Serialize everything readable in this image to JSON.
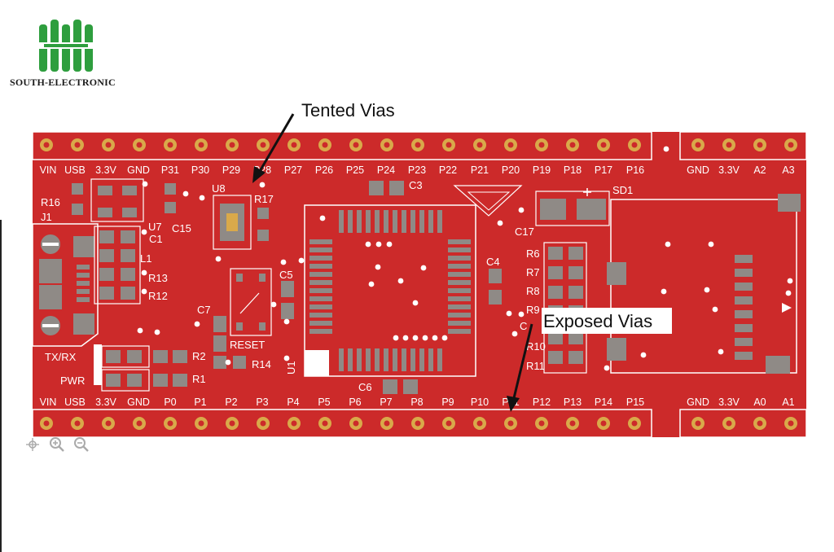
{
  "brand": {
    "name": "SOUTH-ELECTRONIC",
    "logo_icon": "hk-logo-icon",
    "color": "#2e9e3e"
  },
  "colors": {
    "board": "#cc2a2a",
    "silk": "#ffffff",
    "pad": "#8f8a86",
    "copper_ring": "#d9a94a",
    "via": "#ffffff"
  },
  "annotations": {
    "tented": "Tented Vias",
    "exposed": "Exposed Vias"
  },
  "top_pins": [
    "VIN",
    "USB",
    "3.3V",
    "GND",
    "P31",
    "P30",
    "P29",
    "P28",
    "P27",
    "P26",
    "P25",
    "P24",
    "P23",
    "P22",
    "P21",
    "P20",
    "P19",
    "P18",
    "P17",
    "P16"
  ],
  "top_right_pins": [
    "GND",
    "3.3V",
    "A2",
    "A3"
  ],
  "bottom_pins": [
    "VIN",
    "USB",
    "3.3V",
    "GND",
    "P0",
    "P1",
    "P2",
    "P3",
    "P4",
    "P5",
    "P6",
    "P7",
    "P8",
    "P9",
    "P10",
    "P11",
    "P12",
    "P13",
    "P14",
    "P15"
  ],
  "bottom_right_pins": [
    "GND",
    "3.3V",
    "A0",
    "A1"
  ],
  "components": {
    "r16": "R16",
    "j1": "J1",
    "u7": "U7",
    "c15": "C15",
    "c1": "C1",
    "l1": "L1",
    "r13": "R13",
    "r12": "R12",
    "u8": "U8",
    "r17": "R17",
    "c5": "C5",
    "c7": "C7",
    "reset": "RESET",
    "r2": "R2",
    "r1": "R1",
    "r14": "R14",
    "txrx": "TX/RX",
    "pwr": "PWR",
    "u1": "U1",
    "c6": "C6",
    "c3": "C3",
    "c4": "C4",
    "c17": "C17",
    "r6": "R6",
    "r7": "R7",
    "r8": "R8",
    "r9": "R9",
    "r10": "R10",
    "r11": "R11",
    "c2": "C",
    "sd1": "SD1"
  },
  "zoom_icons": [
    "pan-icon",
    "zoom-in-icon",
    "zoom-out-icon"
  ]
}
